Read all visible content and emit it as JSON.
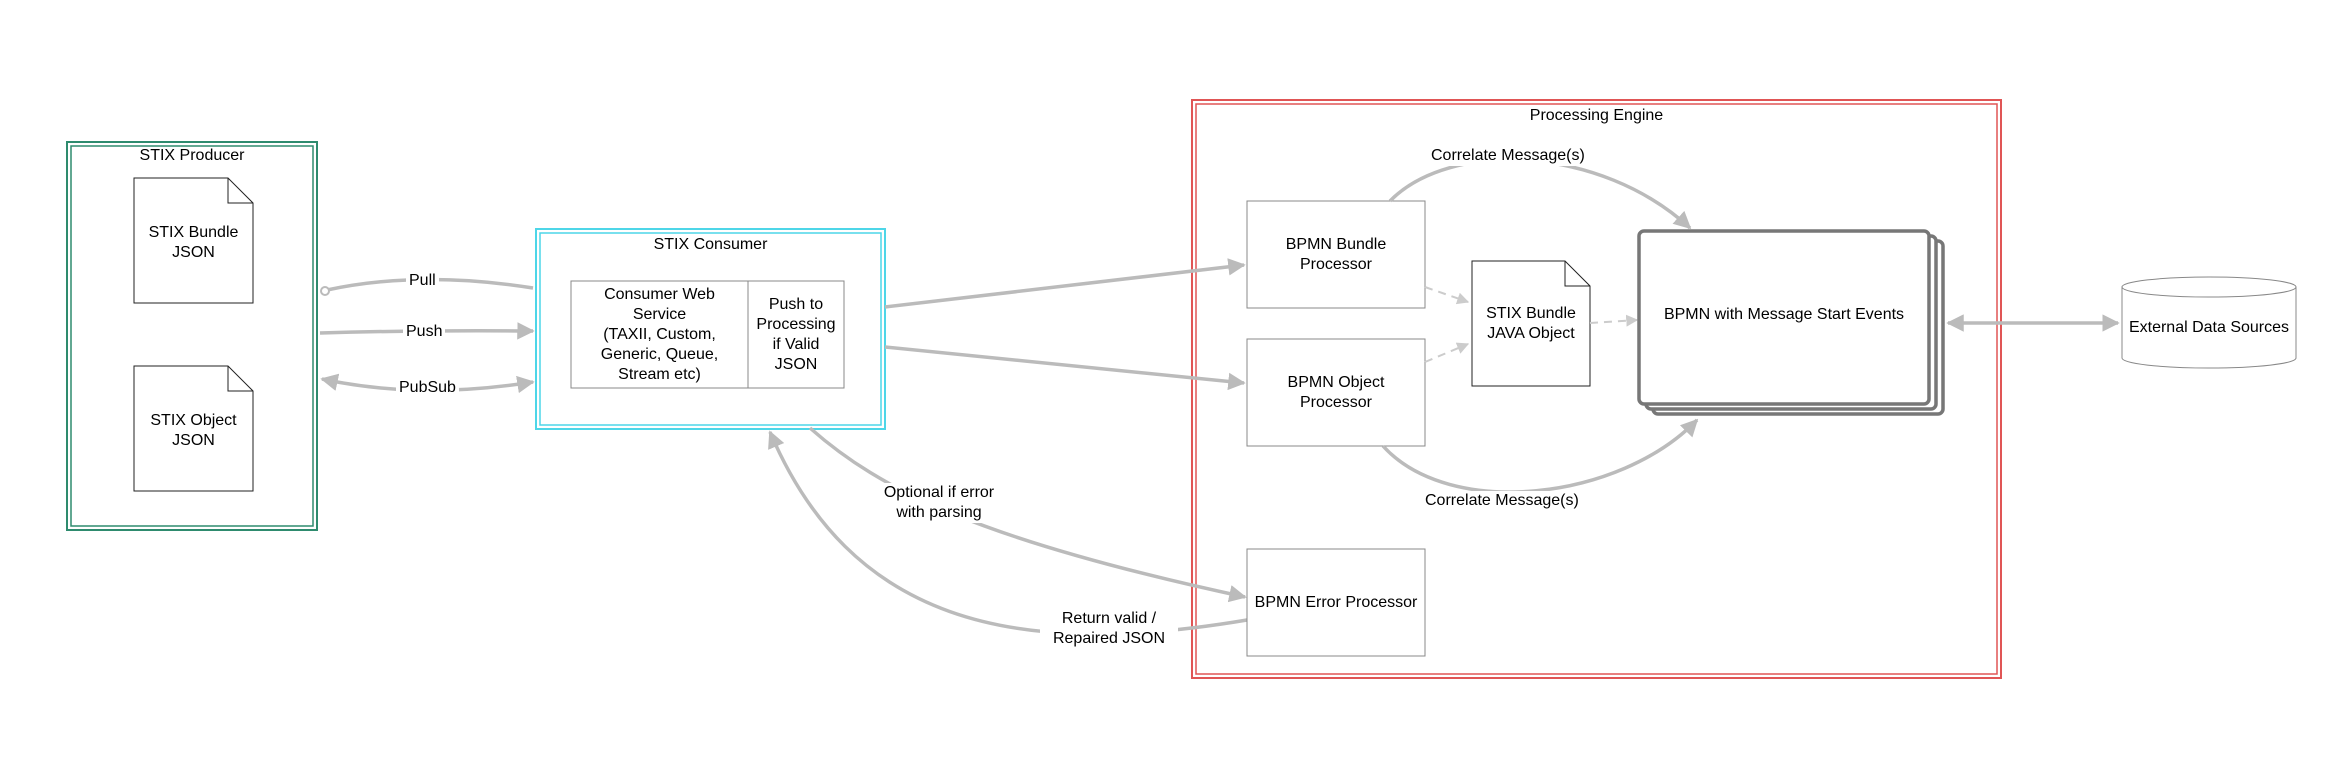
{
  "producer": {
    "title": "STIX Producer",
    "bundle_doc": "STIX Bundle\nJSON",
    "object_doc": "STIX Object\nJSON"
  },
  "consumer": {
    "title": "STIX Consumer",
    "service": "Consumer Web\nService\n(TAXII, Custom,\nGeneric, Queue,\nStream etc)",
    "push": "Push to\nProcessing\nif Valid\nJSON"
  },
  "edges": {
    "pull": "Pull",
    "push": "Push",
    "pubsub": "PubSub",
    "optional_error": "Optional if error\nwith parsing",
    "return_valid": "Return valid /\nRepaired JSON",
    "correlate_top": "Correlate Message(s)",
    "correlate_bottom": "Correlate Message(s)"
  },
  "engine": {
    "title": "Processing Engine",
    "bundle_processor": "BPMN Bundle\nProcessor",
    "object_processor": "BPMN Object\nProcessor",
    "error_processor": "BPMN Error Processor",
    "java_object": "STIX Bundle\nJAVA Object",
    "message_start": "BPMN with Message Start Events"
  },
  "external": {
    "label": "External Data Sources"
  },
  "colors": {
    "producer_border": "#2e8b6e",
    "consumer_border": "#4dd6e8",
    "engine_border": "#e05555",
    "edge": "#bbbbbb",
    "box_border": "#888888",
    "stack_border": "#777777"
  }
}
